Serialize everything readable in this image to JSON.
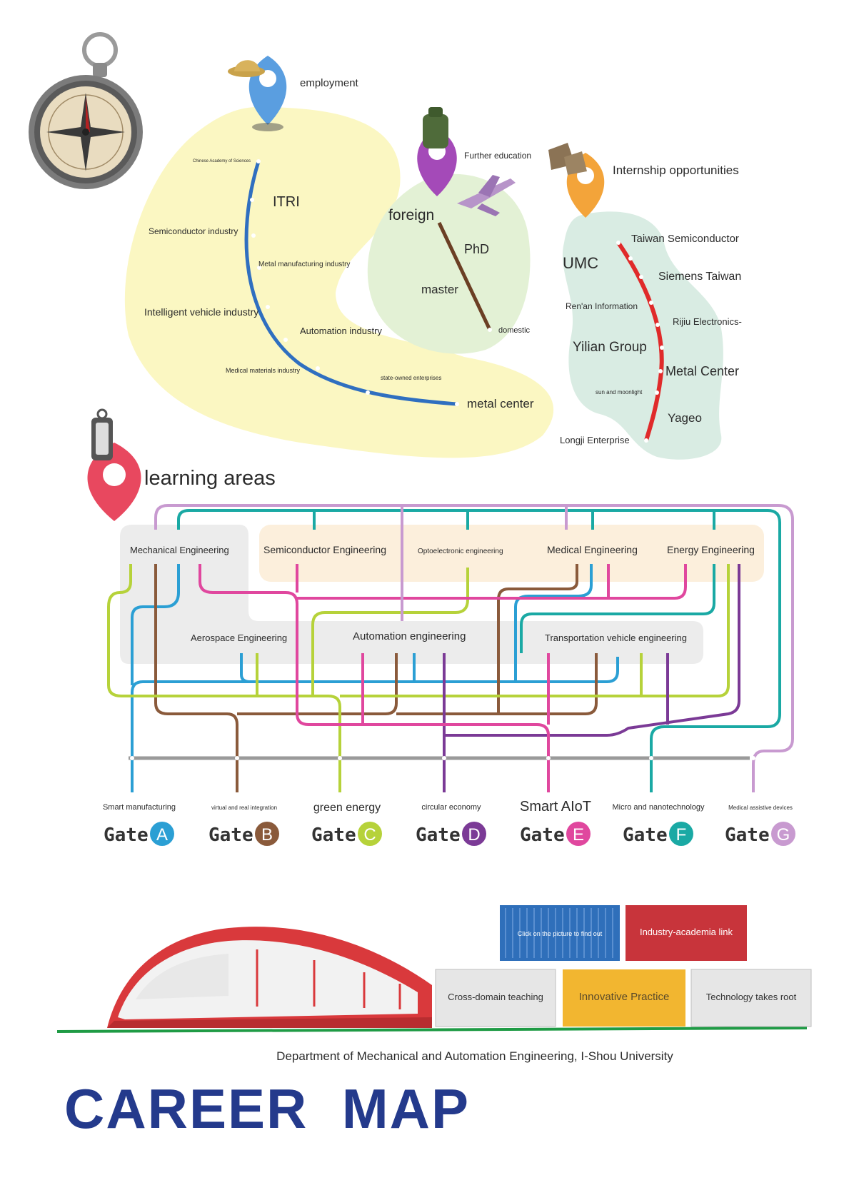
{
  "sections": {
    "employment": "employment",
    "further_education": "Further education",
    "internship": "Internship opportunities",
    "learning_areas": "learning areas"
  },
  "employment": {
    "stations": [
      "Chinese Academy of Sciences",
      "ITRI",
      "Semiconductor industry",
      "Metal manufacturing industry",
      "Intelligent vehicle industry",
      "Automation industry",
      "Medical materials industry",
      "state-owned enterprises",
      "metal center"
    ]
  },
  "further_education": {
    "stations": [
      "foreign",
      "PhD",
      "master",
      "domestic"
    ]
  },
  "internship": {
    "stations": [
      "Taiwan Semiconductor",
      "UMC",
      "Siemens Taiwan",
      "Ren'an Information",
      "Rijiu Electronics-",
      "Yilian Group",
      "Metal Center",
      "sun and moonlight",
      "Yageo",
      "Longji Enterprise"
    ]
  },
  "areas": {
    "mechanical": "Mechanical Engineering",
    "semiconductor": "Semiconductor Engineering",
    "optoelectronic": "Optoelectronic engineering",
    "medical": "Medical Engineering",
    "energy": "Energy Engineering",
    "aerospace": "Aerospace Engineering",
    "automation": "Automation engineering",
    "transportation": "Transportation vehicle engineering"
  },
  "gate_word": "Gate",
  "gates": [
    {
      "topic": "Smart manufacturing",
      "letter": "A",
      "color": "#2b9fd4"
    },
    {
      "topic": "virtual and real integration",
      "letter": "B",
      "color": "#8a5a3b"
    },
    {
      "topic": "green energy",
      "letter": "C",
      "color": "#b6d23a"
    },
    {
      "topic": "circular economy",
      "letter": "D",
      "color": "#7b3a96"
    },
    {
      "topic": "Smart AIoT",
      "letter": "E",
      "color": "#e0479e"
    },
    {
      "topic": "Micro and nanotechnology",
      "letter": "F",
      "color": "#1aa9a4"
    },
    {
      "topic": "Medical assistive devices",
      "letter": "G",
      "color": "#c89ad0"
    }
  ],
  "containers": {
    "click": "Click on the picture to find out",
    "industry": "Industry-academia link",
    "cross": "Cross-domain teaching",
    "innovative": "Innovative Practice",
    "technology": "Technology takes root"
  },
  "department": "Department of Mechanical and Automation Engineering, I-Shou University",
  "title": "CAREER  MAP",
  "colors": {
    "blue_line": "#2f6fc0",
    "brown_line": "#6b3f24",
    "red_line": "#e02a2a",
    "yellow_blob": "#fbf7c2",
    "green_blob": "#e3f1d5",
    "teal_blob": "#d9ece3",
    "title": "#243a8c",
    "gray_track": "#9a9a9a"
  }
}
